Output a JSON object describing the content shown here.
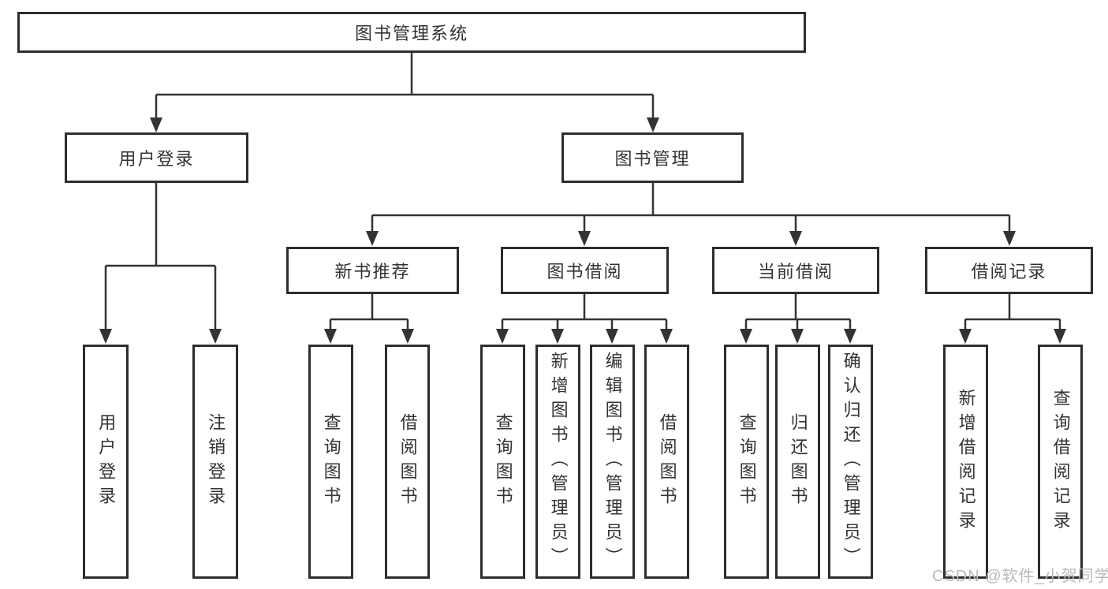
{
  "root": {
    "label": "图书管理系统"
  },
  "login": {
    "label": "用户登录",
    "children": [
      "用户登录",
      "注销登录"
    ]
  },
  "mgmt": {
    "label": "图书管理"
  },
  "recommend": {
    "label": "新书推荐",
    "children": [
      "查询图书",
      "借阅图书"
    ]
  },
  "borrow": {
    "label": "图书借阅",
    "children": [
      "查询图书",
      "新增图书（管理员）",
      "编辑图书（管理员）",
      "借阅图书"
    ]
  },
  "current": {
    "label": "当前借阅",
    "children": [
      "查询图书",
      "归还图书",
      "确认归还（管理员）"
    ]
  },
  "records": {
    "label": "借阅记录",
    "children": [
      "新增借阅记录",
      "查询借阅记录"
    ]
  },
  "watermark": "CSDN @软件_小贺同学",
  "colors": {
    "line": "#333333",
    "box_border": "#2d2d2d",
    "text": "#333333",
    "watermark": "#b9b9b9",
    "background": "#ffffff"
  }
}
